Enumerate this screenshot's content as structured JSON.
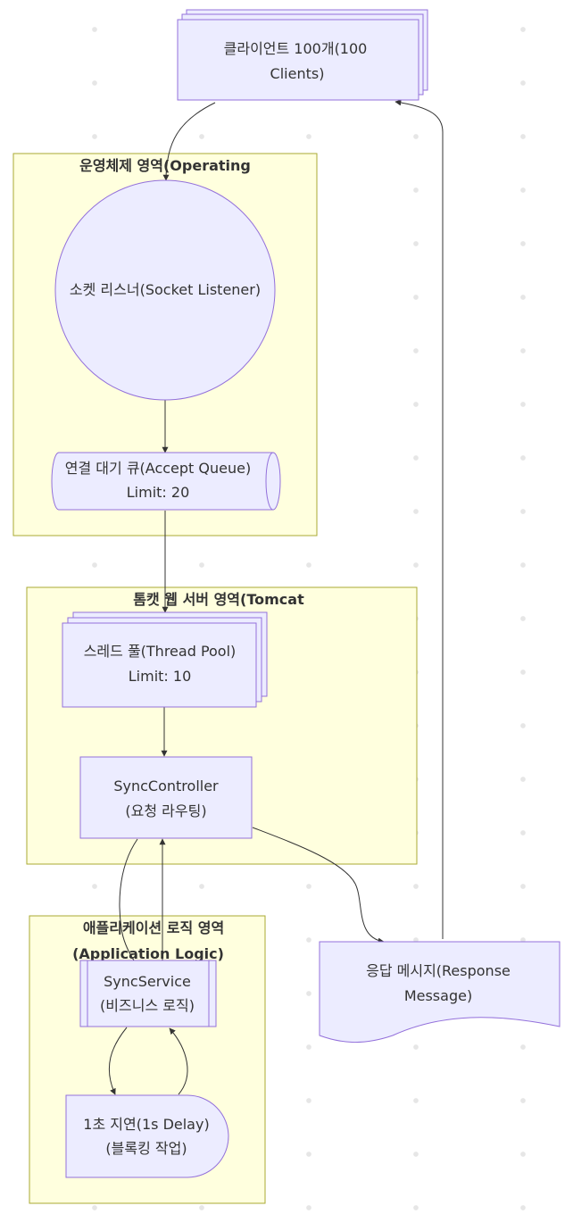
{
  "clusters": {
    "os": {
      "title": "운영체제 영역(Operating"
    },
    "tomcat": {
      "title": "톰캣 웹 서버 영역(Tomcat"
    },
    "app": {
      "title_line1": "애플리케이션 로직 영역",
      "title_line2": "(Application Logic)"
    }
  },
  "nodes": {
    "clients": {
      "line1": "클라이언트 100개(100",
      "line2": "Clients)"
    },
    "socket_listener": {
      "line1": "소켓 리스너(Socket Listener)"
    },
    "accept_queue": {
      "line1": "연결 대기 큐(Accept Queue)",
      "line2": "Limit: 20"
    },
    "thread_pool": {
      "line1": "스레드 풀(Thread Pool)",
      "line2": "Limit: 10"
    },
    "sync_controller": {
      "line1": "SyncController",
      "line2": "(요청 라우팅)"
    },
    "sync_service": {
      "line1": "SyncService",
      "line2": "(비즈니스 로직)"
    },
    "delay": {
      "line1": "1초 지연(1s Delay)",
      "line2": "(블록킹 작업)"
    },
    "response": {
      "line1": "응답 메시지(Response",
      "line2": "Message)"
    }
  },
  "colors": {
    "node_fill": "#ECECFF",
    "node_stroke": "#9370DB",
    "cluster_fill": "#FFFFDE",
    "cluster_stroke": "#AAAA33",
    "edge": "#333333",
    "text": "#333333"
  }
}
